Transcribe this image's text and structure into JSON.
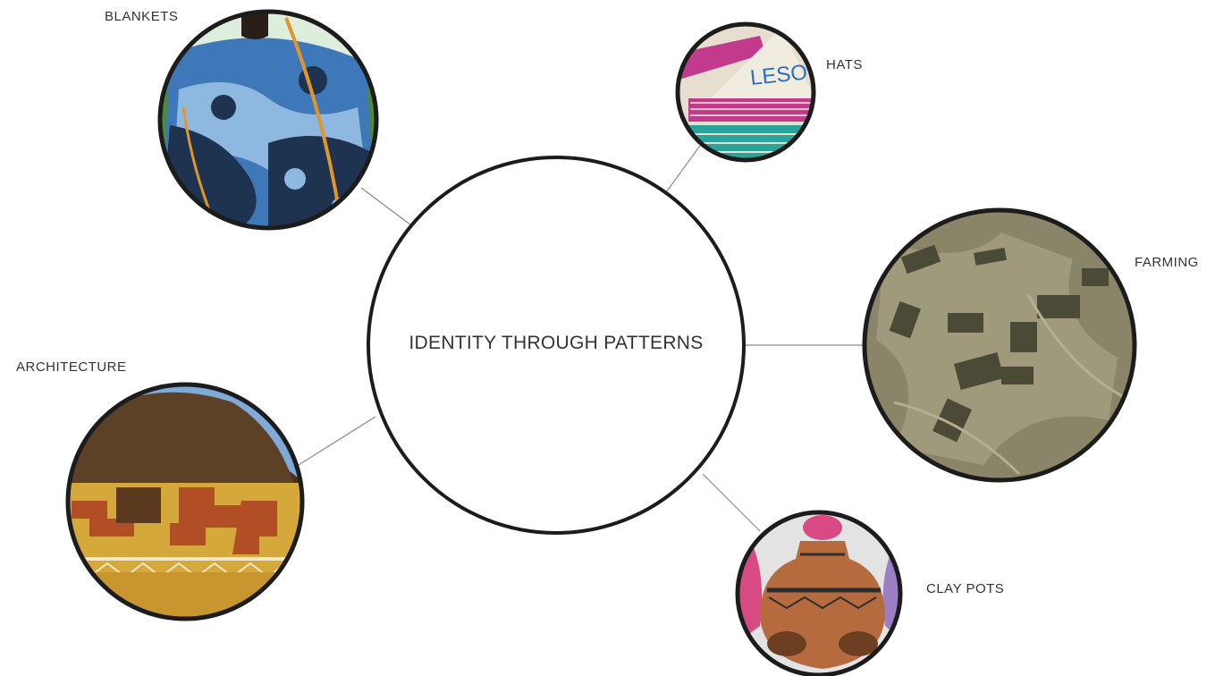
{
  "center": {
    "title": "IDENTITY THROUGH PATTERNS"
  },
  "nodes": {
    "blankets": {
      "label": "BLANKETS",
      "photo_icon": "blanket-pattern-icon",
      "colors": [
        "#3f78b8",
        "#1d3350",
        "#8fb8e0",
        "#e0962c"
      ]
    },
    "hats": {
      "label": "HATS",
      "photo_icon": "basotho-hat-icon",
      "colors": [
        "#f1ece0",
        "#c23a8c",
        "#2aa39a",
        "#2a6fc0"
      ]
    },
    "farming": {
      "label": "FARMING",
      "photo_icon": "farm-fields-icon",
      "colors": [
        "#8a8468",
        "#4b4a37",
        "#b5ae94"
      ]
    },
    "architecture": {
      "label": "ARCHITECTURE",
      "photo_icon": "hut-icon",
      "colors": [
        "#d4a83a",
        "#b24e25",
        "#4a3319",
        "#7fa9d6"
      ]
    },
    "clay_pots": {
      "label": "CLAY POTS",
      "photo_icon": "clay-pot-icon",
      "colors": [
        "#b56b3e",
        "#2d2d2d",
        "#e3e3e3",
        "#d94a82"
      ]
    }
  },
  "style": {
    "ring_color": "#1c1c1c",
    "connector_color": "#8a8a8a"
  }
}
